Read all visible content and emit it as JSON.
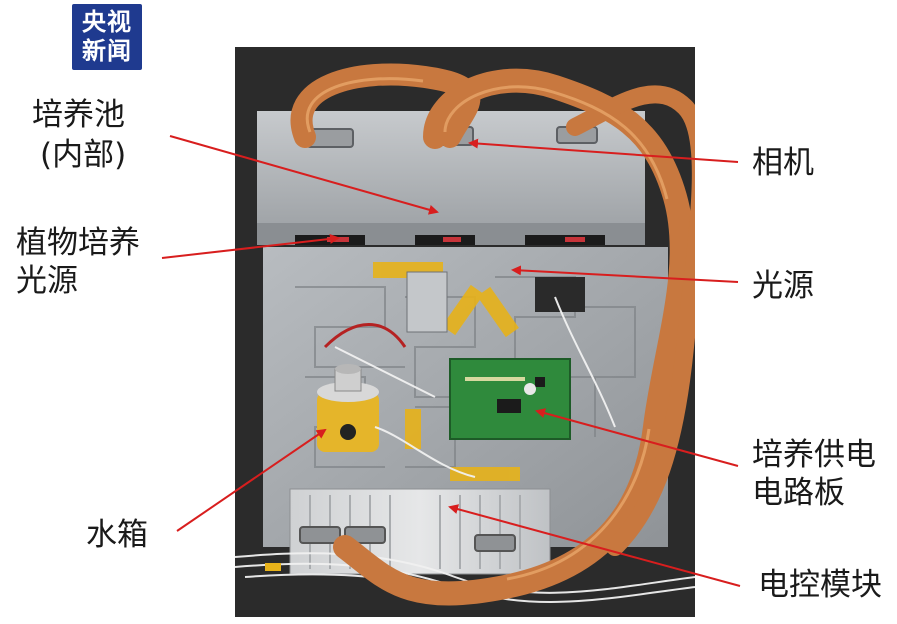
{
  "logo": {
    "line1": "央视",
    "line2": "新闻"
  },
  "labels": {
    "culture_pool_1": "培养池",
    "culture_pool_2": "(内部)",
    "plant_light_1": "植物培养",
    "plant_light_2": "光源",
    "water_tank": "水箱",
    "camera": "相机",
    "light_source": "光源",
    "power_board_1": "培养供电",
    "power_board_2": "电路板",
    "control_module": "电控模块"
  },
  "colors": {
    "arrow": "#d81e1e",
    "logo_bg": "#1f3a8f",
    "copper": "#c8783f",
    "pcb": "#2f8a3c",
    "tape": "#e7b21a",
    "frame": "#2b2b2b",
    "panel": "#aeb2b6"
  }
}
